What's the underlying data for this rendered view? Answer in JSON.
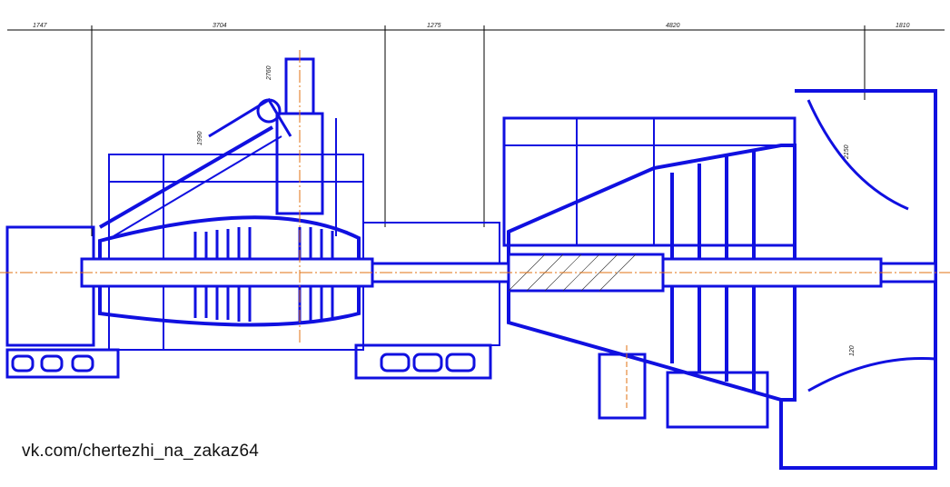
{
  "drawing": {
    "title": "Turbine longitudinal section",
    "dimensions_top": [
      "1747",
      "3704",
      "1275",
      "4820",
      "1810"
    ],
    "dimensions_vertical": [
      "2760",
      "1990",
      "2150"
    ],
    "dimension_small": "120",
    "line_color": "#1010e0",
    "axis_color": "#e07010"
  },
  "watermark": "vk.com/chertezhi_na_zakaz64"
}
